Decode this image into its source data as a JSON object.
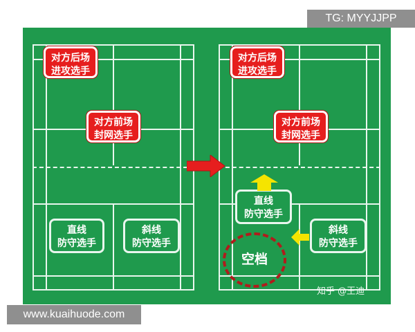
{
  "labels": {
    "tg": "TG: MYYJJPP",
    "site": "www.kuaihuode.com",
    "watermark": "知乎 @王迪"
  },
  "left": {
    "back_attacker": [
      "对方后场",
      "进攻选手"
    ],
    "front_blocker": [
      "对方前场",
      "封网选手"
    ],
    "straight_defender": [
      "直线",
      "防守选手"
    ],
    "diagonal_defender": [
      "斜线",
      "防守选手"
    ]
  },
  "right": {
    "back_attacker": [
      "对方后场",
      "进攻选手"
    ],
    "front_blocker": [
      "对方前场",
      "封网选手"
    ],
    "straight_defender": [
      "直线",
      "防守选手"
    ],
    "diagonal_defender": [
      "斜线",
      "防守选手"
    ],
    "gap": "空档"
  },
  "colors": {
    "court": "#1f9a4d",
    "player_red": "#e61e1e",
    "arrow_yellow": "#f5e400",
    "gap_ring": "#b01c1c"
  }
}
